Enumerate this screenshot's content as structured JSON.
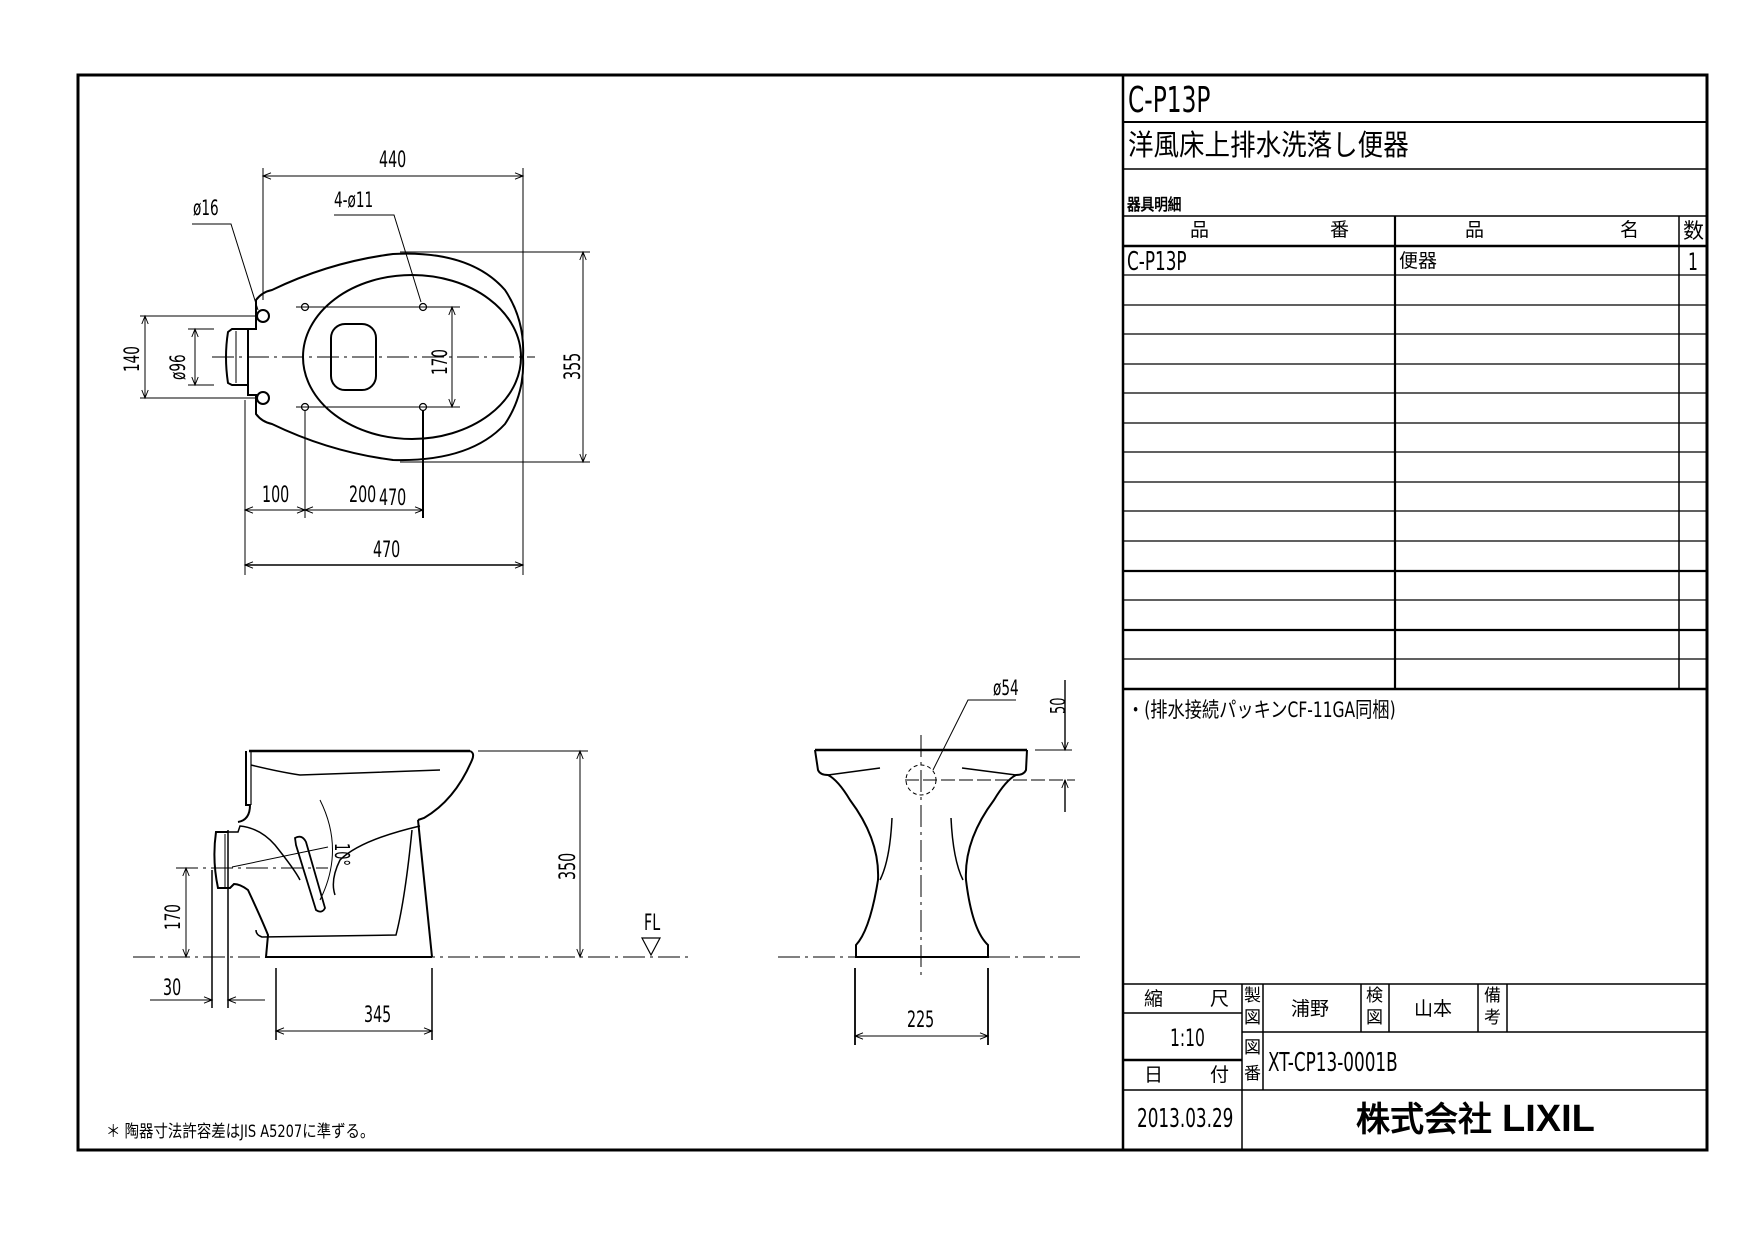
{
  "title_block": {
    "model": "C-P13P",
    "product_title": "洋風床上排水洗落し便器",
    "parts_list_label": "器具明細",
    "table": {
      "headers": {
        "part_number_chars": [
          "品",
          "番"
        ],
        "part_name_chars": [
          "品",
          "名"
        ],
        "quantity": "数"
      },
      "rows": [
        {
          "part_number": "C-P13P",
          "part_name": "便器",
          "quantity": "1"
        },
        {
          "part_number": "",
          "part_name": "",
          "quantity": ""
        },
        {
          "part_number": "",
          "part_name": "",
          "quantity": ""
        },
        {
          "part_number": "",
          "part_name": "",
          "quantity": ""
        },
        {
          "part_number": "",
          "part_name": "",
          "quantity": ""
        },
        {
          "part_number": "",
          "part_name": "",
          "quantity": ""
        },
        {
          "part_number": "",
          "part_name": "",
          "quantity": ""
        },
        {
          "part_number": "",
          "part_name": "",
          "quantity": ""
        },
        {
          "part_number": "",
          "part_name": "",
          "quantity": ""
        },
        {
          "part_number": "",
          "part_name": "",
          "quantity": ""
        },
        {
          "part_number": "",
          "part_name": "",
          "quantity": ""
        },
        {
          "part_number": "",
          "part_name": "",
          "quantity": ""
        },
        {
          "part_number": "",
          "part_name": "",
          "quantity": ""
        },
        {
          "part_number": "",
          "part_name": "",
          "quantity": ""
        },
        {
          "part_number": "",
          "part_name": "",
          "quantity": ""
        }
      ]
    },
    "note": "・(排水接続パッキンCF-11GA同梱)",
    "scale_label_chars": [
      "縮",
      "尺"
    ],
    "scale_value": "1:10",
    "date_label_chars": [
      "日",
      "付"
    ],
    "date_value": "2013.03.29",
    "drafted_label_chars": [
      "製",
      "図"
    ],
    "drafted_by": "浦野",
    "checked_label_chars": [
      "検",
      "図"
    ],
    "checked_by": "山本",
    "remarks_label_chars": [
      "備",
      "考"
    ],
    "remarks_value": "",
    "drawing_no_label_chars": [
      "図",
      "番"
    ],
    "drawing_no": "XT-CP13-0001B",
    "company": "株式会社",
    "brand": "LIXIL"
  },
  "footnote": "＊ 陶器寸法許容差はJIS A5207に準ずる。",
  "top_view": {
    "dims": {
      "overall_length_top": "440",
      "seat_hole": "ø16",
      "mount_holes": "4-ø11",
      "flange_height": "140",
      "outlet_dia": "ø96",
      "hole_spacing_y": "170",
      "overall_width": "355",
      "offset_100": "100",
      "offset_200": "200",
      "overall_length": "470"
    }
  },
  "side_view": {
    "dims": {
      "height": "350",
      "outlet_height": "170",
      "angle": "10°",
      "floor_label": "FL",
      "flange_offset": "30",
      "base_length": "345"
    }
  },
  "front_view": {
    "dims": {
      "inlet_dia": "ø54",
      "inlet_drop": "50",
      "base_width": "225"
    }
  }
}
